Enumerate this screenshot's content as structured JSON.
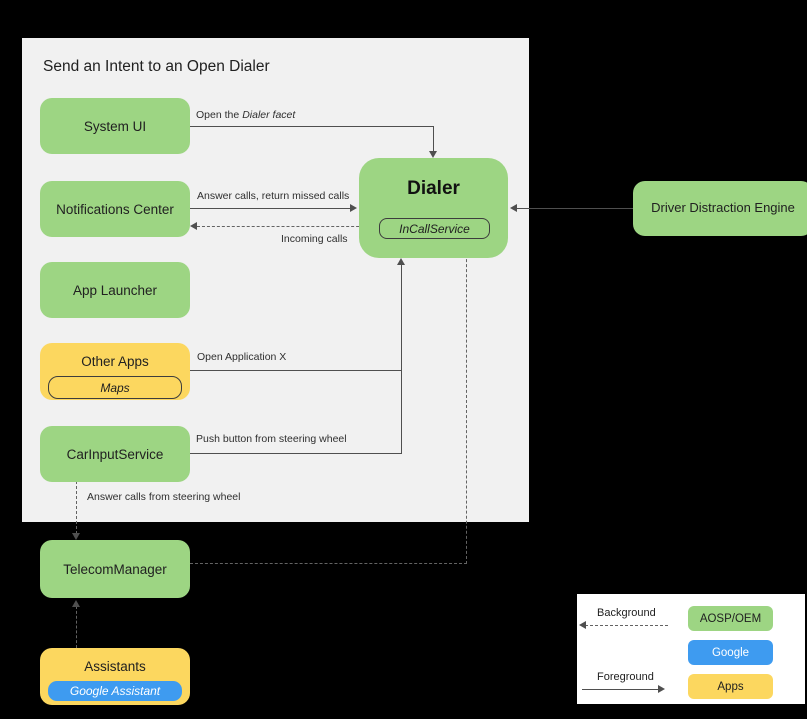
{
  "title": "Send an Intent to an Open Dialer",
  "nodes": {
    "system_ui": {
      "label": "System UI"
    },
    "notifications_center": {
      "label": "Notifications Center"
    },
    "app_launcher": {
      "label": "App Launcher"
    },
    "other_apps": {
      "label": "Other Apps",
      "sub_label": "Maps"
    },
    "car_input_service": {
      "label": "CarInputService"
    },
    "dialer": {
      "label": "Dialer",
      "sub_label": "InCallService"
    },
    "driver_distraction_engine": {
      "label": "Driver Distraction Engine"
    },
    "telecom_manager": {
      "label": "TelecomManager"
    },
    "assistants": {
      "label": "Assistants",
      "sub_label": "Google Assistant"
    }
  },
  "edge_labels": {
    "open_dialer_facet_prefix": "Open the",
    "open_dialer_facet_italic": "Dialer facet",
    "answer_calls_missed": "Answer calls, return missed calls",
    "incoming_calls": "Incoming calls",
    "open_application_x": "Open Application X",
    "push_button_steering": "Push button from steering wheel",
    "answer_calls_steering": "Answer calls from steering wheel"
  },
  "legend": {
    "background_label": "Background",
    "foreground_label": "Foreground",
    "items": [
      {
        "label": "AOSP/OEM",
        "color": "#9dd583",
        "text_color": "#212121"
      },
      {
        "label": "Google",
        "color": "#3e9bf0",
        "text_color": "#ffffff"
      },
      {
        "label": "Apps",
        "color": "#fcd75f",
        "text_color": "#212121"
      }
    ]
  },
  "colors": {
    "aosp_green": "#9dd583",
    "apps_yellow": "#fcd75f",
    "google_blue": "#3e9bf0",
    "panel_gray": "#f1f1f1",
    "canvas_black": "#000000",
    "line_gray": "#4f4f4f"
  }
}
